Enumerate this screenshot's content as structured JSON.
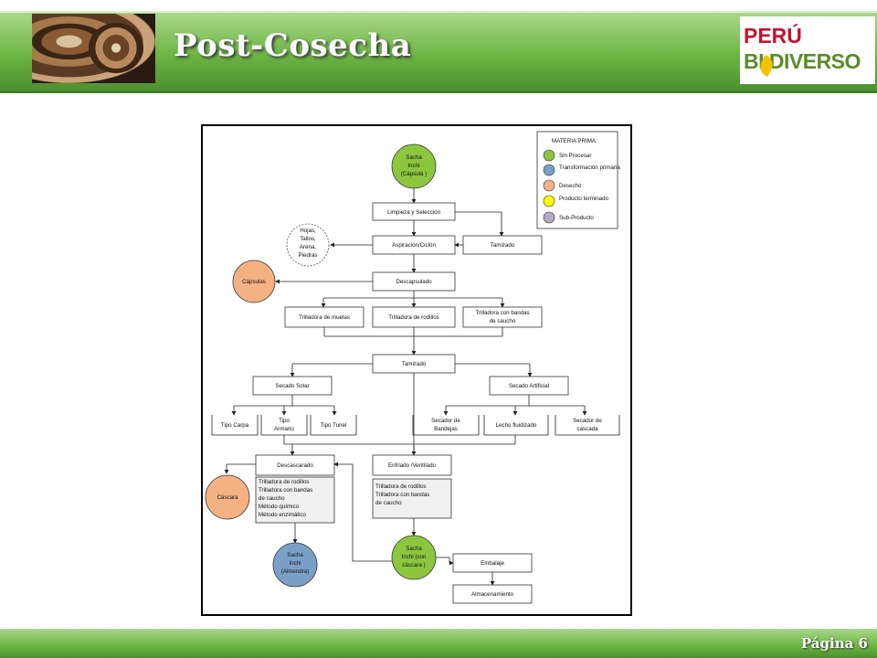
{
  "header": {
    "title": "Post-Cosecha",
    "logo_top": "PERÚ",
    "logo_bottom": "BI DIVERSO"
  },
  "footer": {
    "page": "Página 6"
  },
  "colors": {
    "green": "#8cc63f",
    "blue": "#7aa0c8",
    "orange": "#f4b183",
    "yellow": "#ffff00",
    "purple": "#b4a7c6",
    "banner": "#6cb444"
  },
  "legend": {
    "title": "MATERIA PRIMA:",
    "items": [
      "Sin Procesar",
      "Transformación primaria",
      "Desecho",
      "Producto terminado",
      "Sub-Producto"
    ]
  },
  "nodes": {
    "sacha_capsula": [
      "Sacha",
      "Inchi",
      "(Cápsula )"
    ],
    "limpieza": "Limpieza y Selección",
    "tamizado1": "Tamizado",
    "aspiracion": "Aspiración/Ciclón",
    "hojas": [
      "Hojas,",
      "Tallos,",
      "Arena,",
      "Piedras"
    ],
    "capsulas": "Cápsulas",
    "descapsulado": "Descapsulado",
    "trill_muelas": "Trilladora de muelas",
    "trill_rodillos": "Trilladora de rodillos",
    "trill_bandas": [
      "Trilladora con bandas",
      "de caucho"
    ],
    "tamizado2": "Tamizado",
    "secado_solar": "Secado Solar",
    "secado_artificial": "Secado Artificial",
    "tipo_carpa": "Tipo Carpa",
    "tipo_armario": [
      "Tipo",
      "Armario"
    ],
    "tipo_tunel": "Tipo Tunel",
    "sec_bandejas": [
      "Secador de",
      "Bandejas"
    ],
    "lecho": "Lecho fluidizado",
    "sec_cascada": [
      "Secador de",
      "cascada"
    ],
    "descascarado": "Descascarado",
    "descascarado_metodos": [
      "Trilladora de rodillos",
      "Trilladora con bandas",
      "de caucho",
      "Método químico",
      "Método enzimático"
    ],
    "cascara": "Cáscara",
    "sacha_almendra": [
      "Sacha",
      "Inchi",
      "(Almendra)"
    ],
    "enfriado": "Enfriado /Ventilado",
    "enfriado_metodos": [
      "Trilladora de rodillos",
      "Trilladora con bandas",
      "de caucho"
    ],
    "sacha_cascara": [
      "Sacha",
      "Inchi (con",
      "cáscara )"
    ],
    "embalaje": "Embalaje",
    "almacenamiento": "Almacenamiento"
  }
}
